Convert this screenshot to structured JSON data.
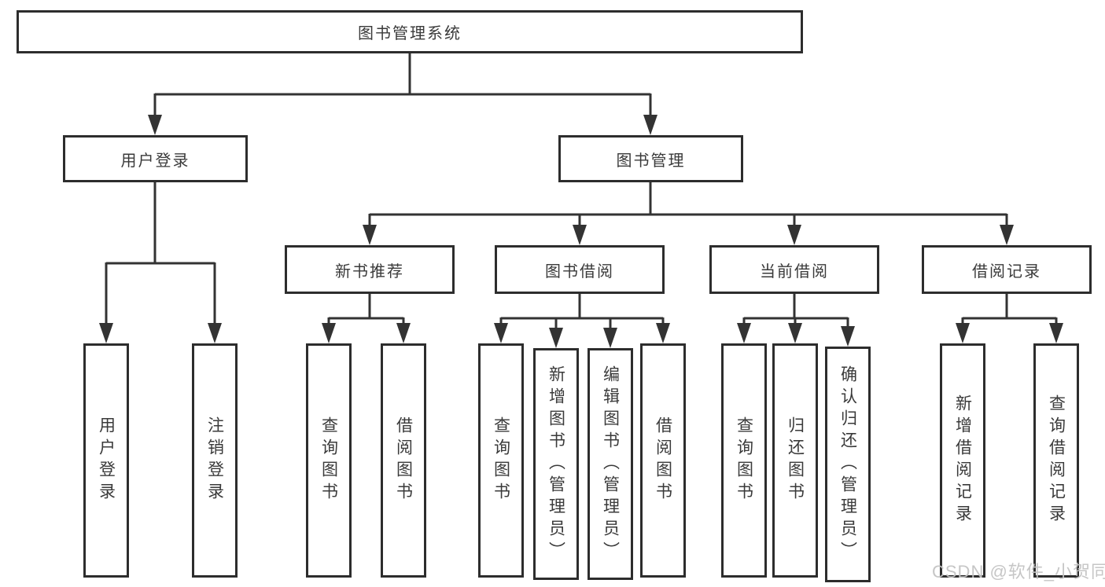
{
  "nodes": {
    "root": "图书管理系统",
    "userLogin": "用户登录",
    "bookManagement": "图书管理",
    "newBookRec": "新书推荐",
    "bookBorrow": "图书借阅",
    "currentBorrow": "当前借阅",
    "borrowRecords": "借阅记录",
    "leafUserLogin": "用户登录",
    "leafLogout": "注销登录",
    "leafQueryBooksA": "查询图书",
    "leafBorrowBooksA": "借阅图书",
    "leafQueryBooksB": "查询图书",
    "leafAddBooks": "新增图书（管理员）",
    "leafEditBooks": "编辑图书（管理员）",
    "leafBorrowBooksB": "借阅图书",
    "leafQueryBooksC": "查询图书",
    "leafReturnBooks": "归还图书",
    "leafConfirmReturn": "确认归还（管理员）",
    "leafAddBorrowRecord": "新增借阅记录",
    "leafQueryBorrowRecord": "查询借阅记录"
  },
  "watermark": "CSDN @软件_小贺同学",
  "colors": {
    "line": "#333333",
    "box_border": "#2d2d2d",
    "text": "#3a3a3a",
    "watermark": "#c3c3c3",
    "background": "#ffffff"
  }
}
